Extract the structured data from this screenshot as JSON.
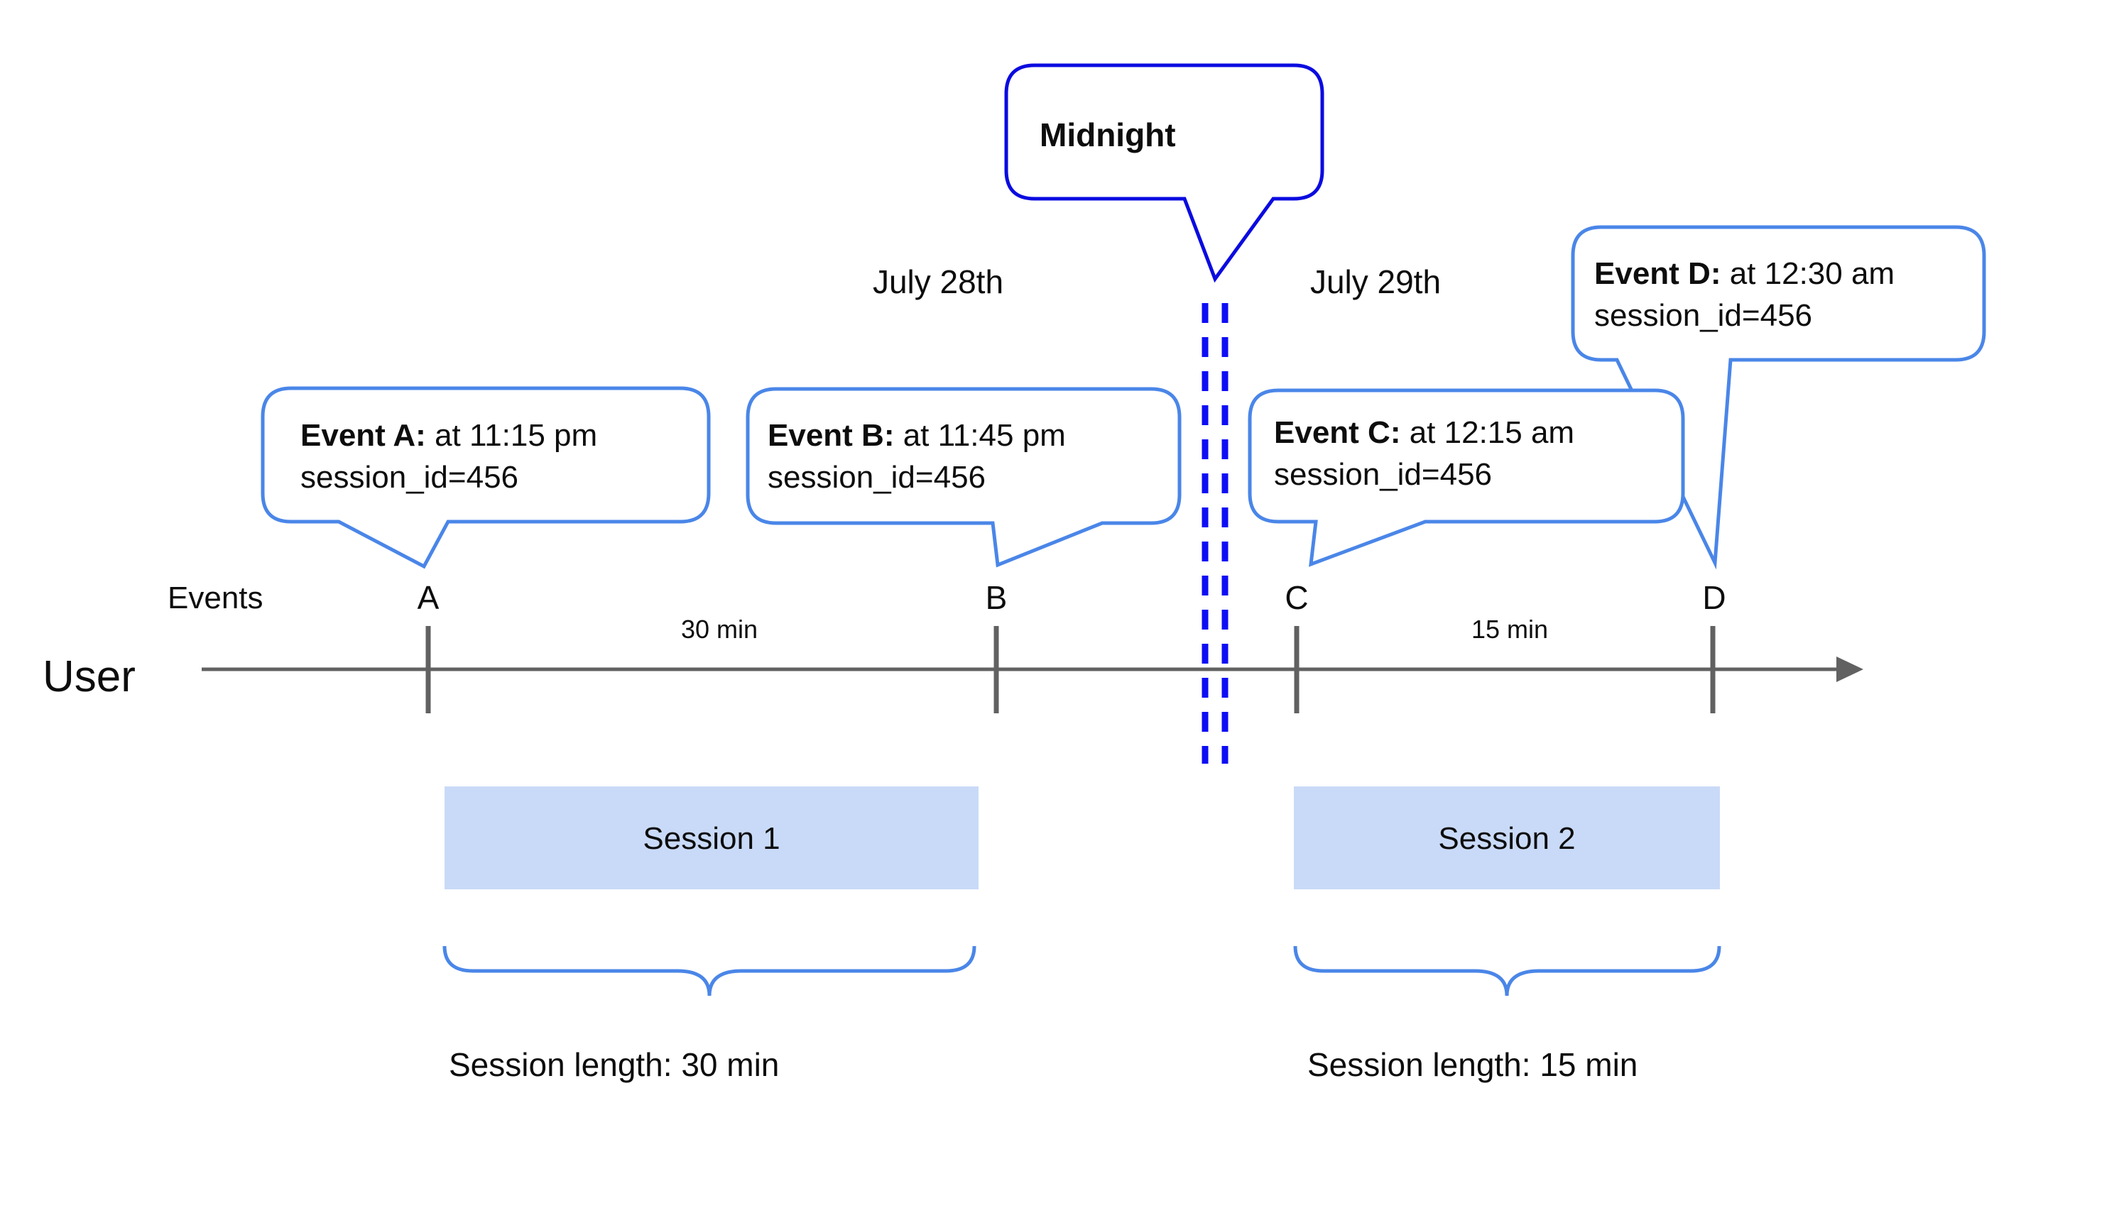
{
  "midnight": {
    "label": "Midnight"
  },
  "dates": {
    "before": "July 28th",
    "after": "July 29th"
  },
  "axis": {
    "events_label": "Events",
    "user_label": "User"
  },
  "intervals": {
    "ab": "30 min",
    "cd": "15 min"
  },
  "events": [
    {
      "letter": "A",
      "callout_title": "Event A:",
      "callout_time": " at 11:15 pm",
      "callout_session": "session_id=456"
    },
    {
      "letter": "B",
      "callout_title": "Event B:",
      "callout_time": " at 11:45 pm",
      "callout_session": "session_id=456"
    },
    {
      "letter": "C",
      "callout_title": "Event C:",
      "callout_time": " at 12:15 am",
      "callout_session": "session_id=456"
    },
    {
      "letter": "D",
      "callout_title": "Event D:",
      "callout_time": " at 12:30 am",
      "callout_session": "session_id=456"
    }
  ],
  "sessions": [
    {
      "name": "Session 1",
      "length": "Session length: 30 min"
    },
    {
      "name": "Session 2",
      "length": "Session length: 15 min"
    }
  ],
  "colors": {
    "callout_border": "#4a86e8",
    "midnight_blue": "#0d0df0",
    "session_fill": "#c9daf8",
    "timeline_gray": "#616161"
  }
}
